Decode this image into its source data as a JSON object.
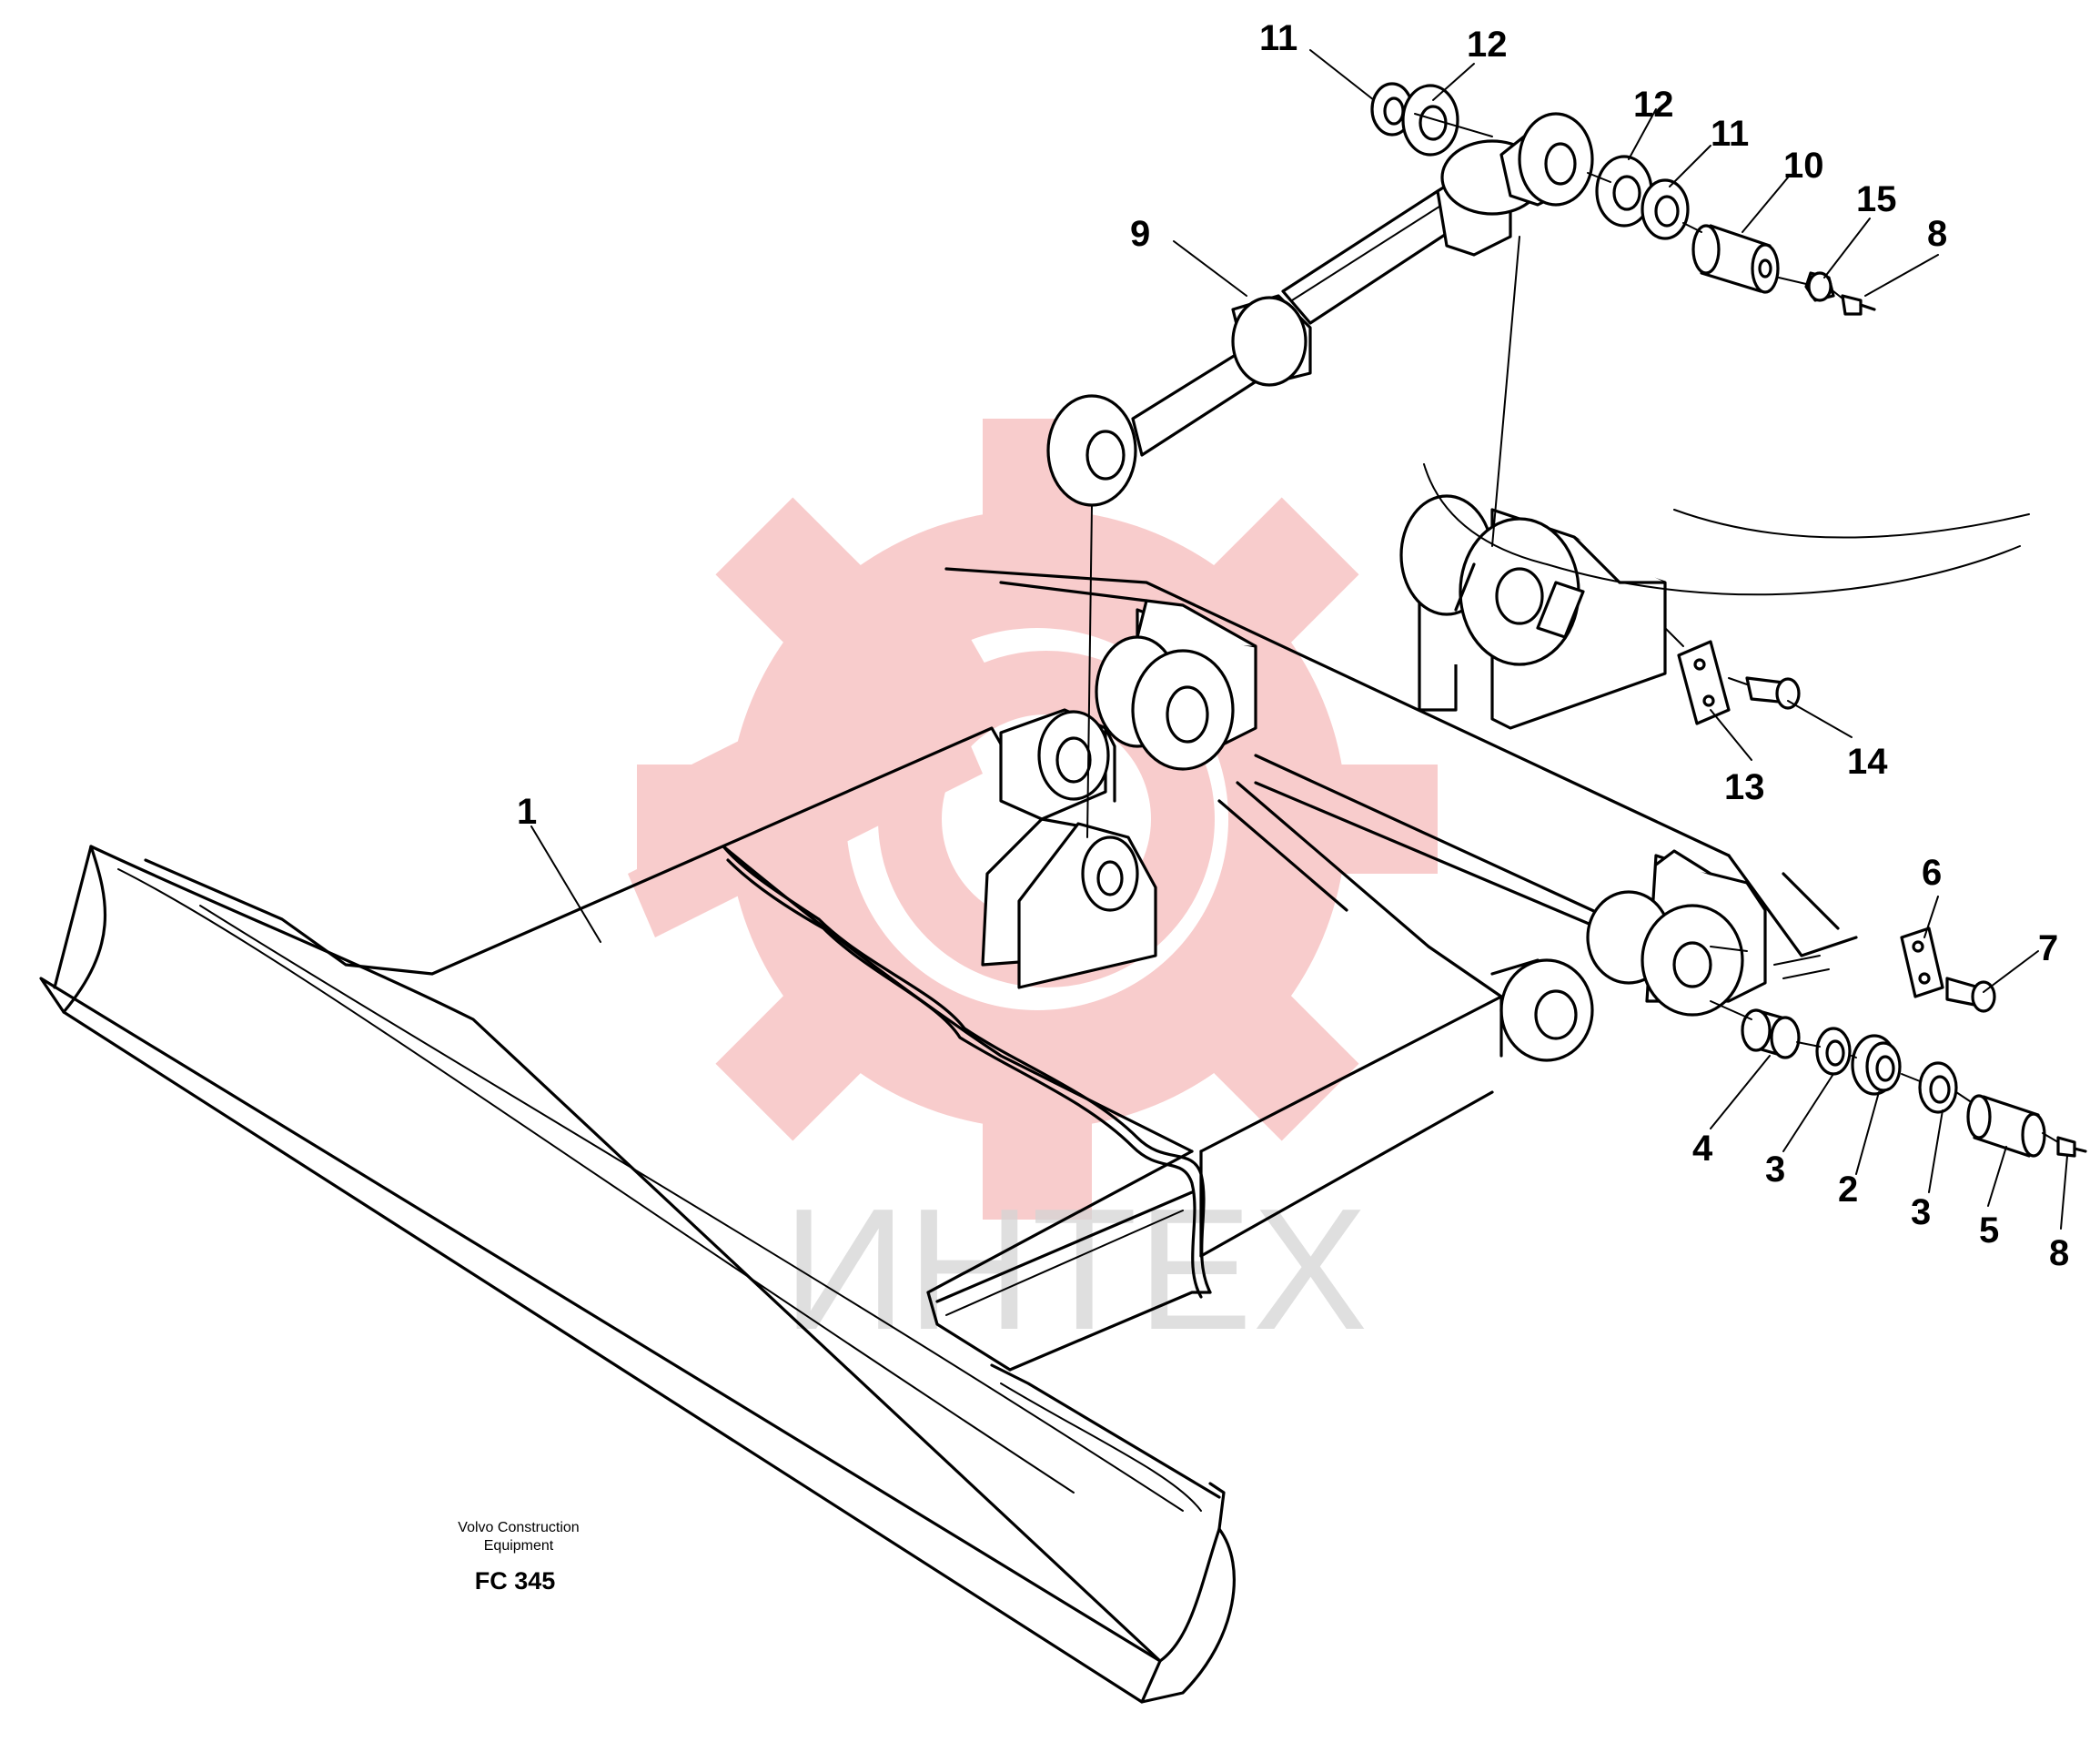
{
  "watermark": {
    "text": "ИНТЕХ",
    "icon": "gear-logo-icon",
    "color": "#f0a0a0"
  },
  "caption": {
    "maker_line1": "Volvo Construction",
    "maker_line2": "Equipment",
    "code": "FC 345"
  },
  "callouts": {
    "c1": "1",
    "c2": "2",
    "c3a": "3",
    "c3b": "3",
    "c4": "4",
    "c5": "5",
    "c6": "6",
    "c7": "7",
    "c8a": "8",
    "c8b": "8",
    "c9": "9",
    "c10": "10",
    "c11a": "11",
    "c11b": "11",
    "c12a": "12",
    "c12b": "12",
    "c13": "13",
    "c14": "14",
    "c15": "15"
  }
}
